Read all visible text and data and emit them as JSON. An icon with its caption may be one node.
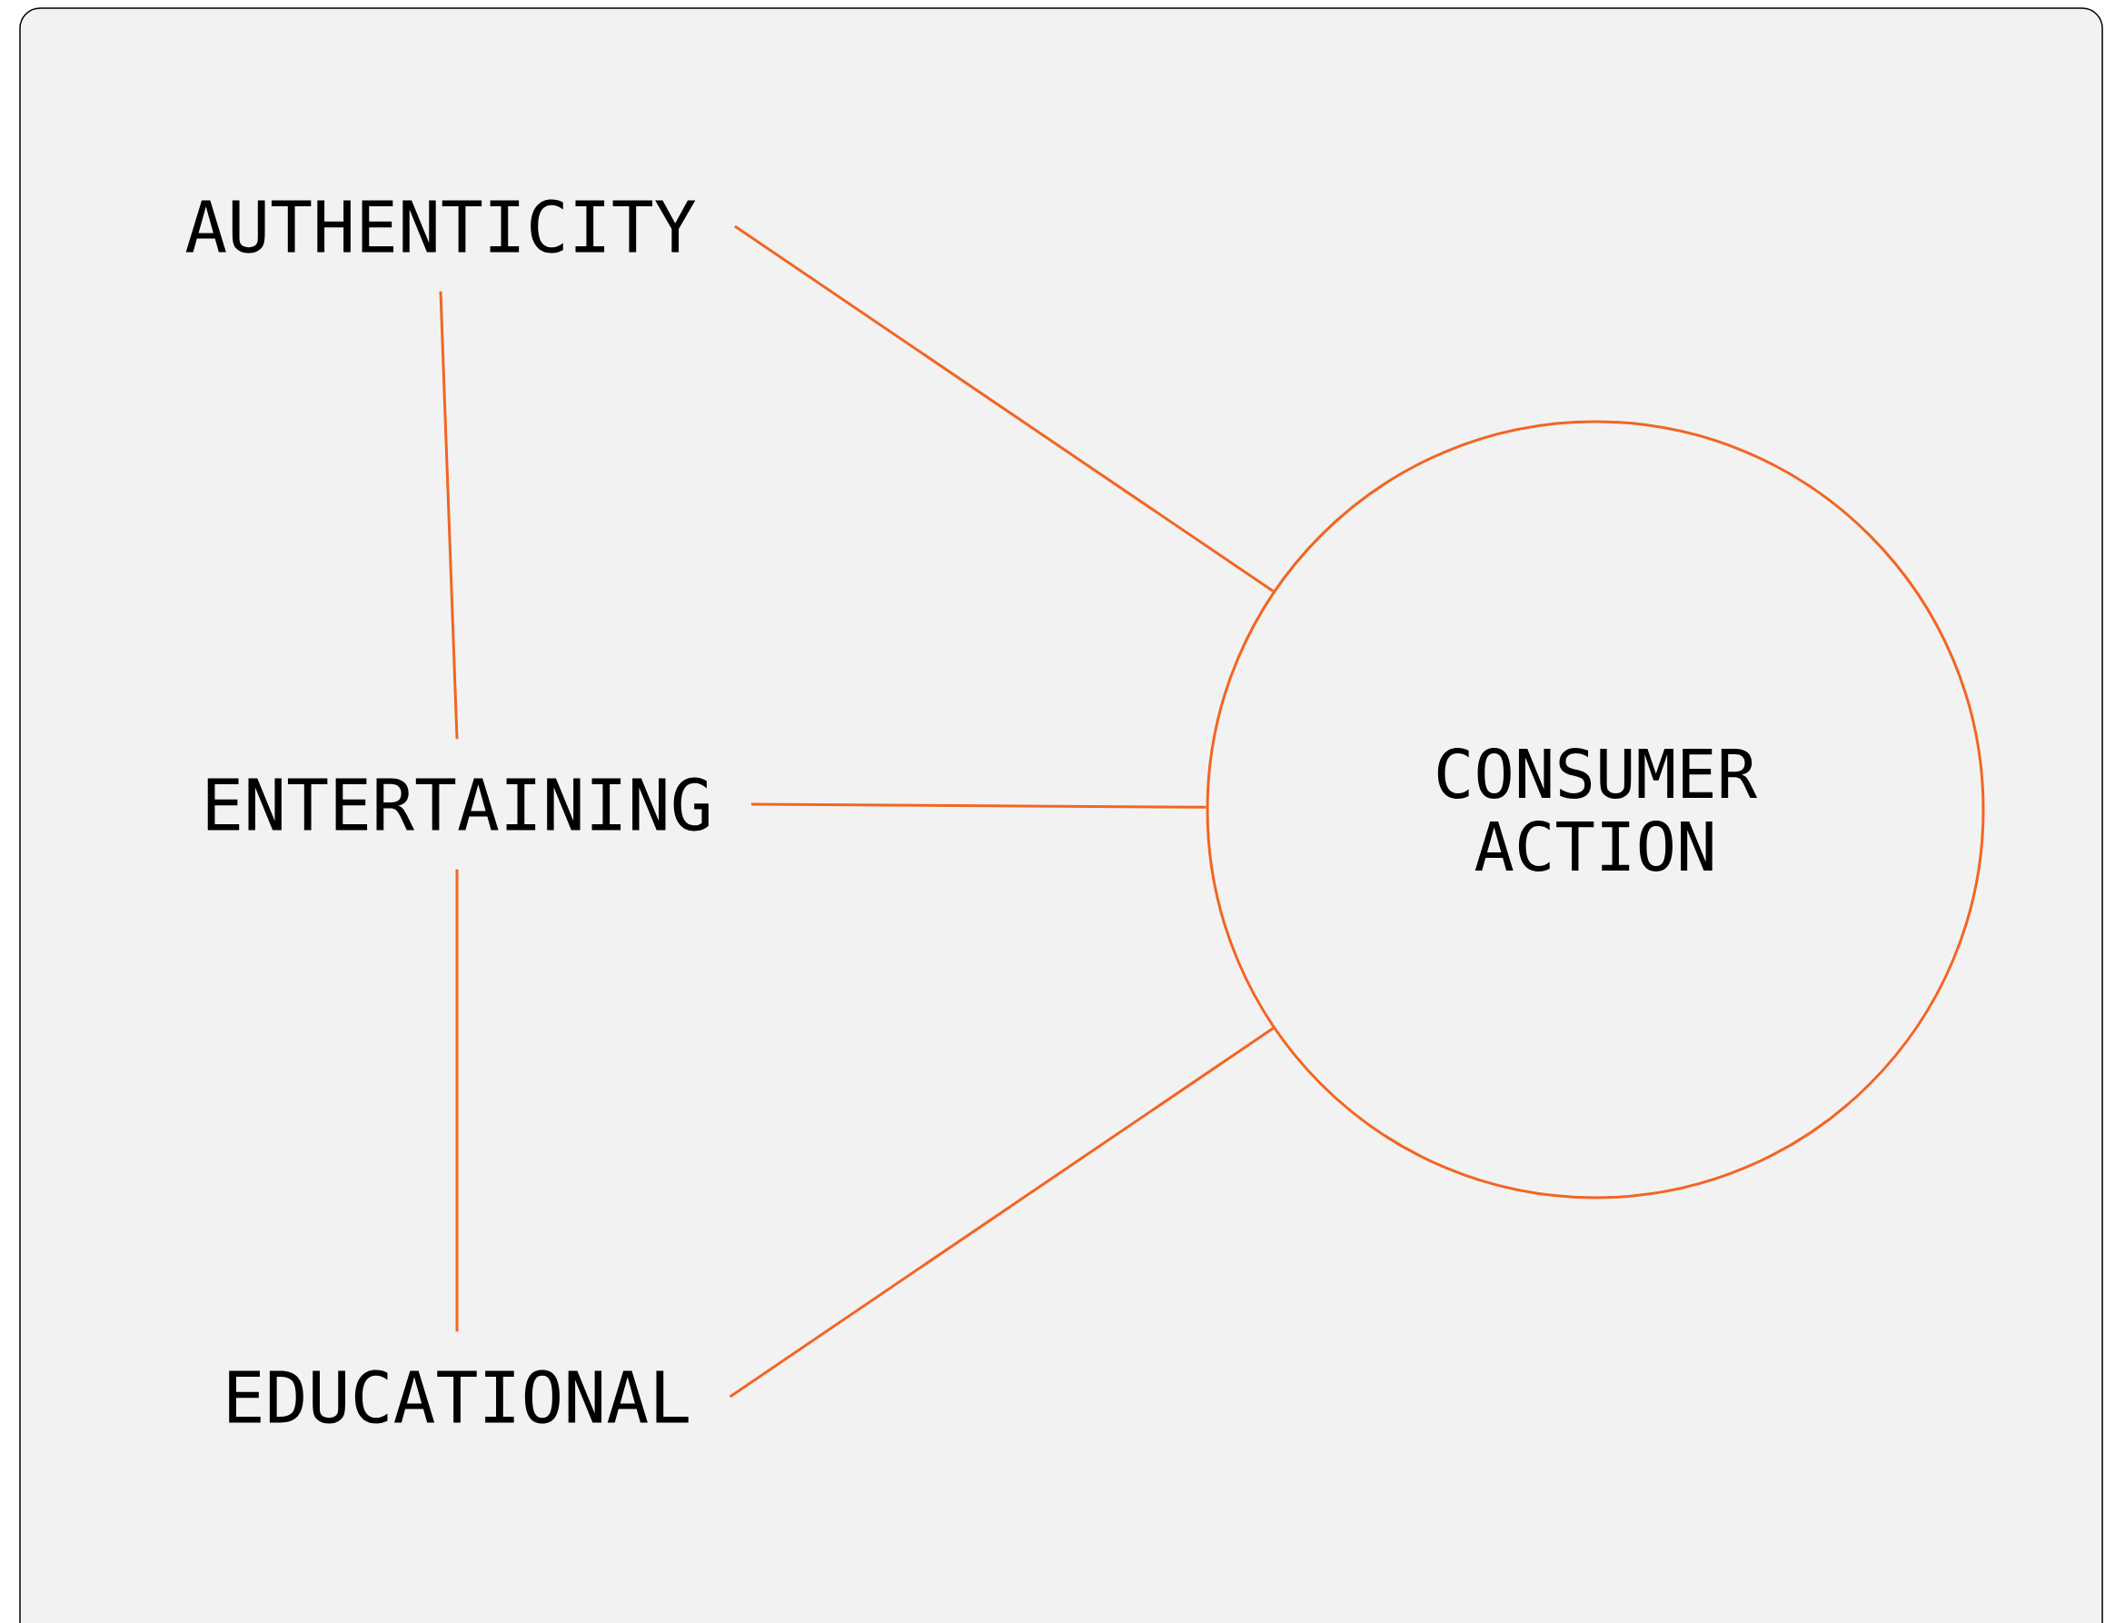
{
  "diagram": {
    "nodes": [
      {
        "text": [
          "AUTHENTICITY"
        ]
      },
      {
        "text": [
          "ENTERTAINING"
        ]
      },
      {
        "text": [
          "EDUCATIONAL"
        ]
      },
      {
        "text": [
          "CONSUMER ACTION"
        ]
      }
    ],
    "edges": [
      {
        "from": 0,
        "to": 1,
        "arrow": "none"
      },
      {
        "from": 1,
        "to": 2,
        "arrow": "none"
      },
      {
        "from": 0,
        "to": 3,
        "arrow": "none"
      },
      {
        "from": 1,
        "to": 3,
        "arrow": "none"
      },
      {
        "from": 2,
        "to": 3,
        "arrow": "none"
      }
    ]
  }
}
